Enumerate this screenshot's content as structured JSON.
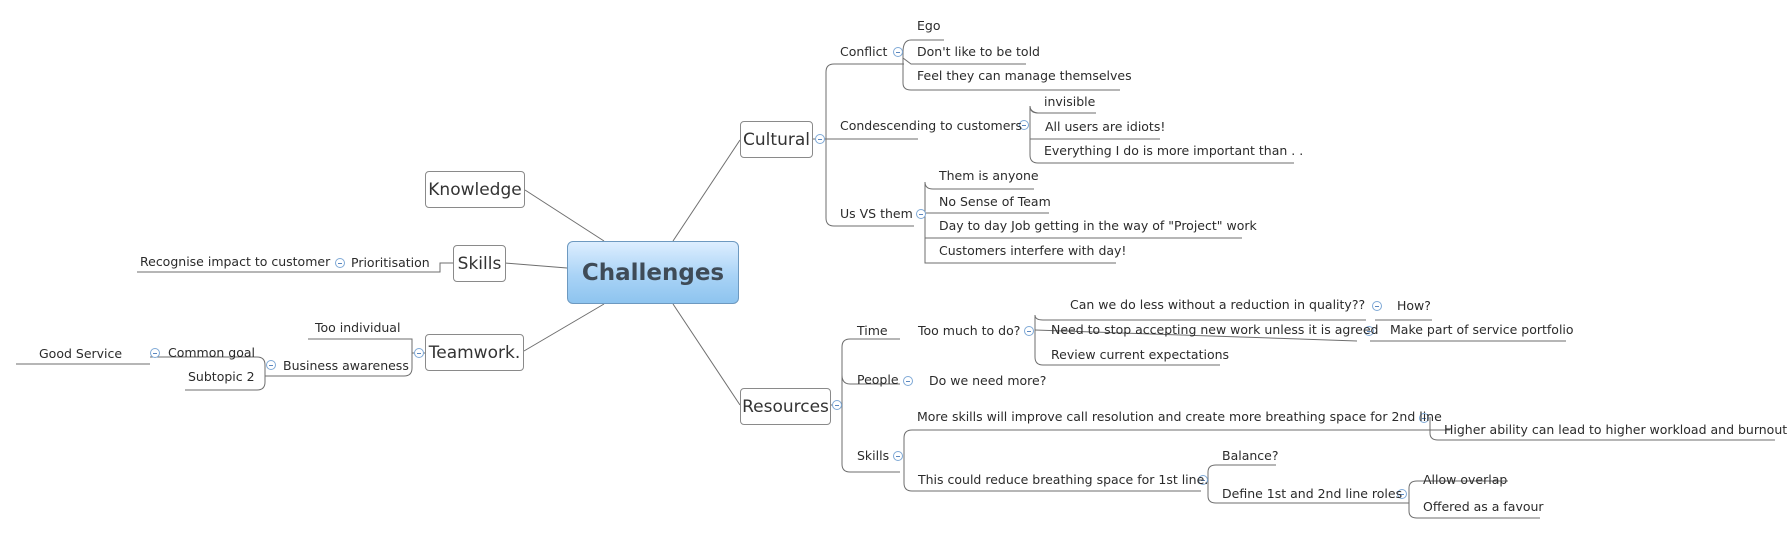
{
  "central": "Challenges",
  "main": {
    "cultural": "Cultural",
    "resources": "Resources",
    "knowledge": "Knowledge",
    "skills": "Skills",
    "teamwork": "Teamwork."
  },
  "cultural": {
    "conflict": "Conflict",
    "ego": "Ego",
    "dont_like": "Don't like to be told",
    "feel_manage": "Feel they can manage themselves",
    "condescending": "Condescending to customers",
    "invisible": "invisible",
    "idiots": "All users are idiots!",
    "important": "Everything I do is more important than  . .",
    "usvs": "Us VS them",
    "them_anyone": "Them is anyone",
    "no_sense": "No Sense of Team",
    "day_to_day": "Day to day Job getting in the way of \"Project\" work",
    "interfere": "Customers interfere with day!"
  },
  "resources": {
    "time": "Time",
    "too_much": "Too much to do?",
    "can_we": "Can we do less without a reduction in quality??",
    "how": "How?",
    "need_stop": "Need to stop accepting new work unless it is agreed",
    "make_part": "Make part of service portfolio",
    "review": "Review current expectations",
    "people": "People",
    "do_we_need": "Do we need more?",
    "skills": "Skills",
    "more_skills": "More skills will improve call resolution and create more breathing space for 2nd line",
    "higher": "Higher ability can lead to higher workload and burnout",
    "reduce": "This could reduce breathing space for 1st line.",
    "balance": "Balance?",
    "define": "Define 1st and 2nd line roles",
    "allow": "Allow overlap",
    "offered": "Offered as a favour"
  },
  "skills_branch": {
    "prioritisation": "Prioritisation",
    "recognise": "Recognise impact to customer"
  },
  "teamwork_branch": {
    "too_individual": "Too individual",
    "business": "Business awareness",
    "common_goal": "Common goal",
    "good_service": "Good Service",
    "subtopic": "Subtopic 2"
  }
}
